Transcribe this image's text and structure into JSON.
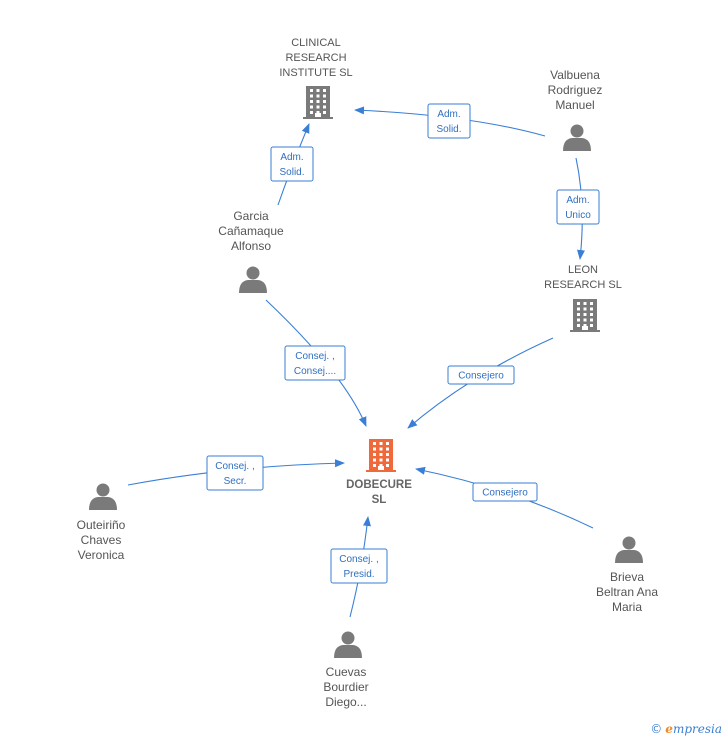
{
  "colors": {
    "edge": "#3a7fd5",
    "company": "#7a7a7a",
    "focus_company": "#f0693a",
    "person": "#7a7a7a"
  },
  "nodes": [
    {
      "id": "clinical",
      "kind": "company",
      "lines": [
        "CLINICAL",
        "RESEARCH",
        "INSTITUTE SL"
      ]
    },
    {
      "id": "valbuena",
      "kind": "person",
      "lines": [
        "Valbuena",
        "Rodriguez",
        "Manuel"
      ]
    },
    {
      "id": "garcia",
      "kind": "person",
      "lines": [
        "Garcia",
        "Cañamaque",
        "Alfonso"
      ]
    },
    {
      "id": "leon",
      "kind": "company",
      "lines": [
        "LEON",
        "RESEARCH SL"
      ]
    },
    {
      "id": "dobecure",
      "kind": "focus",
      "lines": [
        "DOBECURE",
        "SL"
      ]
    },
    {
      "id": "outeirino",
      "kind": "person",
      "lines": [
        "Outeiriño",
        "Chaves",
        "Veronica"
      ]
    },
    {
      "id": "brieva",
      "kind": "person",
      "lines": [
        "Brieva",
        "Beltran Ana",
        "Maria"
      ]
    },
    {
      "id": "cuevas",
      "kind": "person",
      "lines": [
        "Cuevas",
        "Bourdier",
        "Diego..."
      ]
    }
  ],
  "edges": [
    {
      "id": "valbuena-clinical",
      "lines": [
        "Adm.",
        "Solid."
      ]
    },
    {
      "id": "garcia-clinical",
      "lines": [
        "Adm.",
        "Solid."
      ]
    },
    {
      "id": "valbuena-leon",
      "lines": [
        "Adm.",
        "Unico"
      ]
    },
    {
      "id": "garcia-dobecure",
      "lines": [
        "Consej. ,",
        "Consej...."
      ]
    },
    {
      "id": "leon-dobecure",
      "lines": [
        "Consejero"
      ]
    },
    {
      "id": "outeirino-dobecure",
      "lines": [
        "Consej. ,",
        "Secr."
      ]
    },
    {
      "id": "brieva-dobecure",
      "lines": [
        "Consejero"
      ]
    },
    {
      "id": "cuevas-dobecure",
      "lines": [
        "Consej. ,",
        "Presid."
      ]
    }
  ],
  "footer": {
    "copyright": "©",
    "brand_initial": "e",
    "brand_rest": "mpresia"
  }
}
